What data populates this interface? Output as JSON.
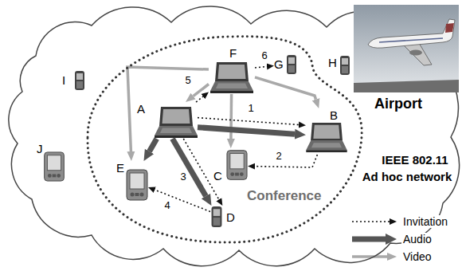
{
  "diagram": {
    "nodes": [
      {
        "text": [
          "IEEE 802.11 Ad hoc network"
        ]
      },
      {
        "text": [
          "I"
        ],
        "in": 0
      },
      {
        "text": [
          "Conference"
        ],
        "in": 0
      },
      {
        "text": [
          "F"
        ],
        "in": 2
      },
      {
        "text": [
          "G"
        ],
        "in": 2
      },
      {
        "text": [
          "H"
        ],
        "in": 0
      },
      {
        "text": [
          "A"
        ],
        "in": 2
      },
      {
        "text": [
          "B"
        ],
        "in": 2
      },
      {
        "text": [
          "J"
        ],
        "in": 0
      },
      {
        "text": [
          "E"
        ],
        "in": 2
      },
      {
        "text": [
          "C"
        ],
        "in": 2
      },
      {
        "text": [
          "D"
        ],
        "in": 2
      }
    ],
    "edges": [
      {
        "from": 6,
        "to": 7,
        "label": "1",
        "arrow": "to"
      },
      {
        "from": 7,
        "to": 10,
        "label": "2",
        "arrow": "to"
      },
      {
        "from": 6,
        "to": 11,
        "label": "3",
        "arrow": "to"
      },
      {
        "from": 11,
        "to": 9,
        "label": "4",
        "arrow": "to"
      },
      {
        "from": 6,
        "to": 3,
        "label": "5",
        "arrow": "to"
      },
      {
        "from": 3,
        "to": 4,
        "label": "6",
        "arrow": "to"
      },
      {
        "from": 6,
        "to": 9,
        "arrow": "to"
      },
      {
        "from": 6,
        "to": 11,
        "arrow": "to"
      },
      {
        "from": 6,
        "to": 7,
        "arrow": "to"
      },
      {
        "from": 3,
        "to": 6,
        "arrow": "to"
      },
      {
        "from": 3,
        "to": 9,
        "arrow": "to"
      },
      {
        "from": 3,
        "to": 10,
        "arrow": "to"
      },
      {
        "from": 3,
        "to": 7,
        "arrow": "to"
      }
    ],
    "labels": [
      "Airport"
    ],
    "legend": [
      {
        "text": "Invitation"
      },
      {
        "text": "Audio"
      },
      {
        "text": "Video"
      }
    ]
  }
}
